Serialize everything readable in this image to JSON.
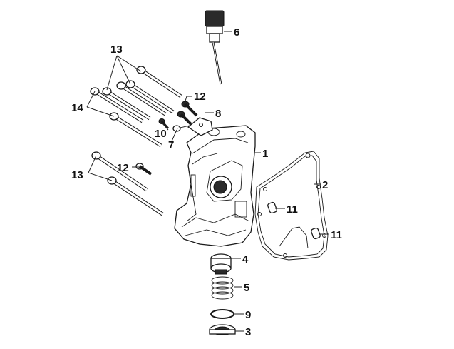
{
  "callouts": {
    "c1": "1",
    "c2": "2",
    "c3": "3",
    "c4": "4",
    "c5": "5",
    "c6": "6",
    "c7": "7",
    "c8": "8",
    "c9": "9",
    "c10": "10",
    "c11a": "11",
    "c11b": "11",
    "c12a": "12",
    "c12b": "12",
    "c13a": "13",
    "c13b": "13",
    "c14": "14"
  }
}
